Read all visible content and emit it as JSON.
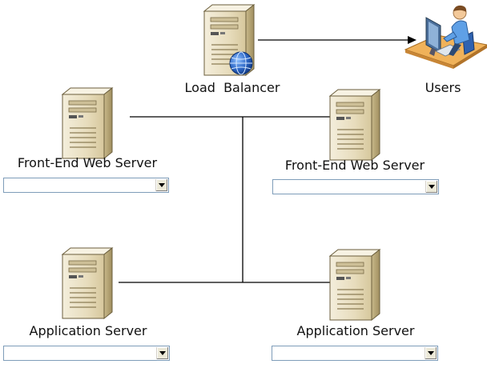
{
  "nodes": {
    "load_balancer": {
      "label": "Load  Balancer"
    },
    "users": {
      "label": "Users"
    },
    "fe_left": {
      "label": "Front-End Web Server"
    },
    "fe_right": {
      "label": "Front-End Web Server"
    },
    "app_left": {
      "label": "Application Server"
    },
    "app_right": {
      "label": "Application Server"
    }
  },
  "dropdowns": {
    "fe_left": {
      "value": ""
    },
    "fe_right": {
      "value": ""
    },
    "app_left": {
      "value": ""
    },
    "app_right": {
      "value": ""
    }
  },
  "colors": {
    "server_body": "#e9dfc3",
    "server_side": "#b8a77a",
    "globe": "#2d67c6",
    "line": "#000000"
  }
}
